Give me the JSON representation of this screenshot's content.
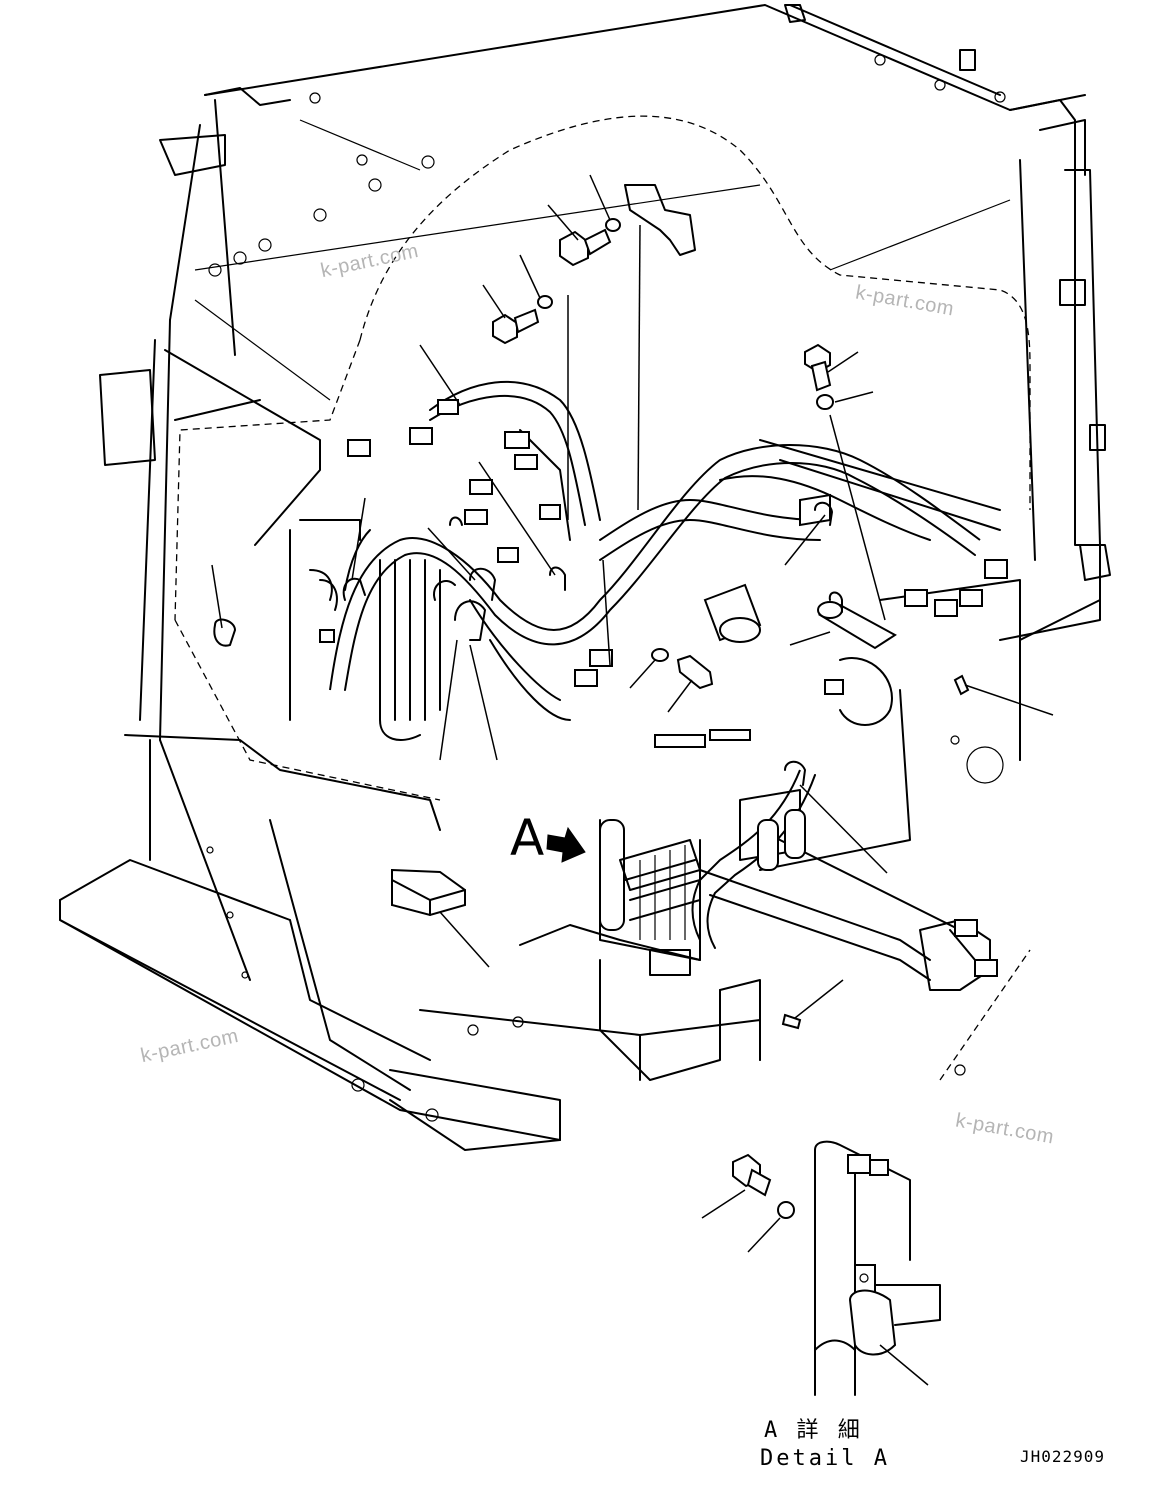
{
  "watermarks": [
    "k-part.com",
    "k-part.com",
    "k-part.com",
    "k-part.com"
  ],
  "view_marker": {
    "letter": "A"
  },
  "detail": {
    "label_jp": "A 詳 細",
    "label_en": "Detail A"
  },
  "drawing_number": "JH022909"
}
